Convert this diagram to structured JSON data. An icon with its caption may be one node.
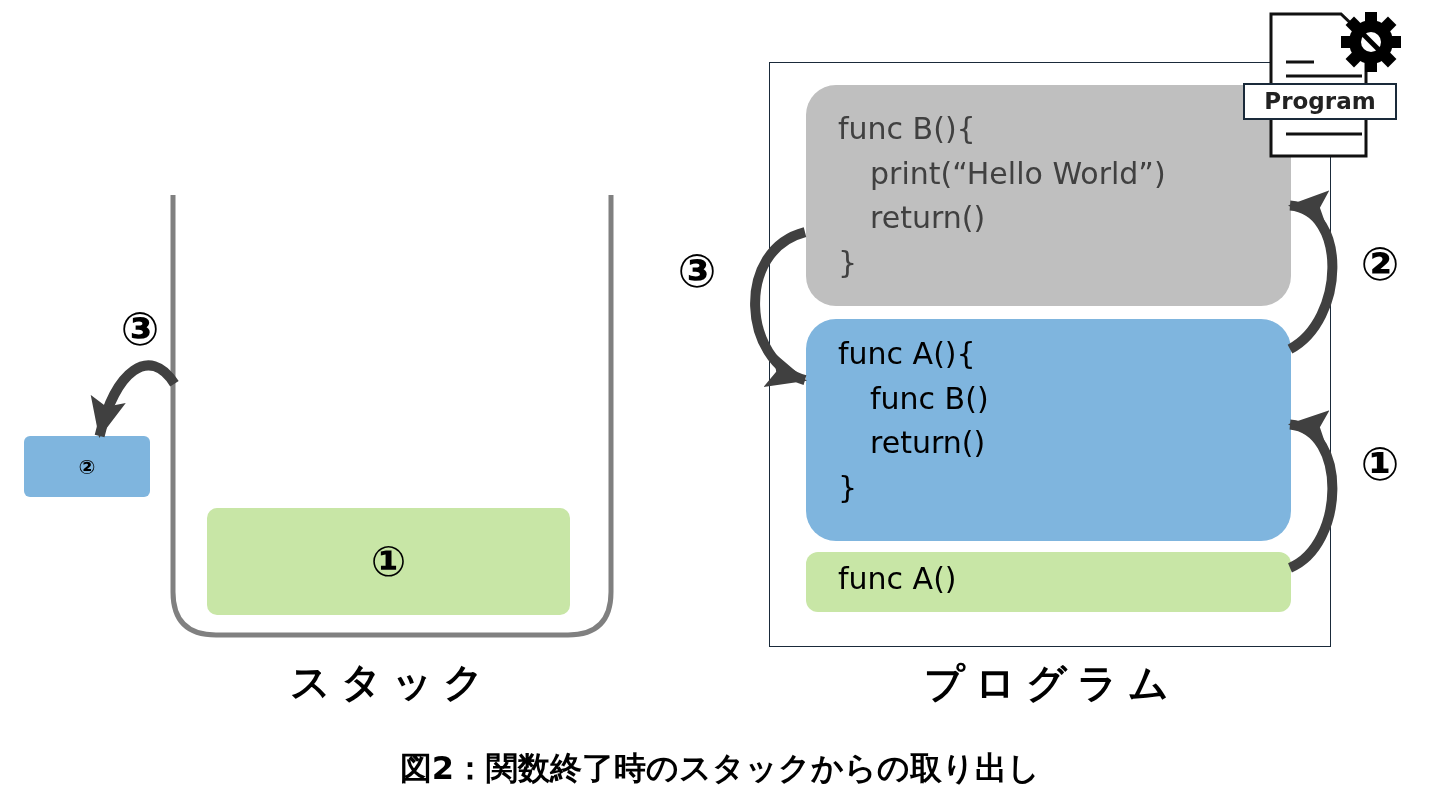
{
  "diagram": {
    "caption": "図2：関数終了時のスタックからの取り出し",
    "nodes": [
      {
        "text": [
          "スタック"
        ]
      },
      {
        "text": [
          "①"
        ],
        "in": 0
      },
      {
        "text": [
          "②"
        ]
      },
      {
        "text": [
          "プログラム"
        ]
      },
      {
        "text": [
          "func B(){",
          "print(“Hello World”)",
          "return()",
          "}"
        ],
        "in": 3
      },
      {
        "text": [
          "func A(){",
          "func B()",
          "return()",
          "}"
        ],
        "in": 3
      },
      {
        "text": [
          "func A()"
        ],
        "in": 3
      }
    ],
    "edges": [
      {
        "from": 0,
        "to": 2,
        "arrow": "to",
        "label": "③"
      },
      {
        "from": 6,
        "to": 5,
        "arrow": "to",
        "label": "①"
      },
      {
        "from": 5,
        "to": 4,
        "arrow": "to",
        "label": "②"
      },
      {
        "from": 4,
        "to": 5,
        "arrow": "to",
        "label": "③"
      }
    ],
    "labels": [
      "Program"
    ]
  }
}
